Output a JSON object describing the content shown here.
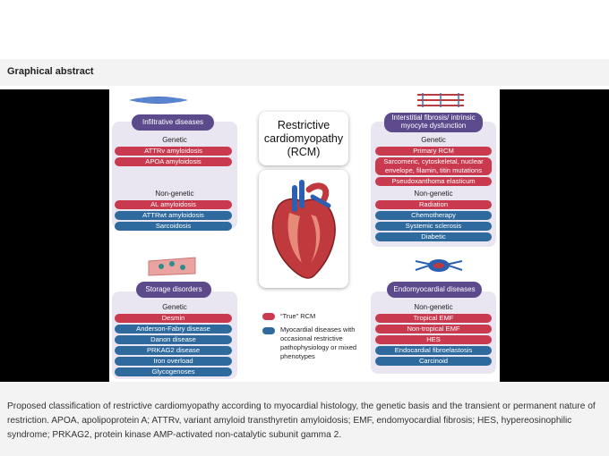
{
  "header": {
    "label": "Graphical abstract"
  },
  "abstract": {
    "title": "Restrictive cardiomyopathy (RCM)",
    "infiltrative": {
      "title": "Infiltrative diseases",
      "genetic_heading": "Genetic",
      "genetic": [
        {
          "label": "ATTRv amyloidosis",
          "color": "red"
        },
        {
          "label": "APOA amyloidosis",
          "color": "red"
        }
      ],
      "nongenetic_heading": "Non-genetic",
      "nongenetic": [
        {
          "label": "AL amyloidosis",
          "color": "red"
        },
        {
          "label": "ATTRwt amyloidosis",
          "color": "blue"
        },
        {
          "label": "Sarcoidosis",
          "color": "blue"
        }
      ]
    },
    "storage": {
      "title": "Storage disorders",
      "genetic_heading": "Genetic",
      "genetic": [
        {
          "label": "Desmin",
          "color": "red"
        },
        {
          "label": "Anderson-Fabry disease",
          "color": "blue"
        },
        {
          "label": "Danon disease",
          "color": "blue"
        },
        {
          "label": "PRKAG2 disease",
          "color": "blue"
        },
        {
          "label": "Iron overload",
          "color": "blue"
        },
        {
          "label": "Glycogenoses",
          "color": "blue"
        }
      ]
    },
    "interstitial": {
      "title": "Interstitial fibrosis/ intrinsic myocyte dysfunction",
      "genetic_heading": "Genetic",
      "genetic": [
        {
          "label": "Primary RCM",
          "color": "red"
        },
        {
          "label": "Sarcomeric, cytoskeletal, nuclear envelope, filamin, titin mutations",
          "color": "red"
        },
        {
          "label": "Pseudoxanthoma elasticum",
          "color": "red"
        }
      ],
      "nongenetic_heading": "Non-genetic",
      "nongenetic": [
        {
          "label": "Radiation",
          "color": "red"
        },
        {
          "label": "Chemotherapy",
          "color": "blue"
        },
        {
          "label": "Systemic sclerosis",
          "color": "blue"
        },
        {
          "label": "Diabetic",
          "color": "blue"
        }
      ]
    },
    "endomyocardial": {
      "title": "Endomyocardial diseases",
      "nongenetic_heading": "Non-genetic",
      "nongenetic": [
        {
          "label": "Tropical EMF",
          "color": "red"
        },
        {
          "label": "Non-tropical EMF",
          "color": "red"
        },
        {
          "label": "HES",
          "color": "red"
        },
        {
          "label": "Endocardial fibroelastosis",
          "color": "blue"
        },
        {
          "label": "Carcinoid",
          "color": "blue"
        }
      ]
    },
    "legend": {
      "red_label": "“True” RCM",
      "blue_label": "Myocardial diseases with occasional restrictive pathophysiology or mixed phenotypes"
    },
    "colors": {
      "red": "#c93a4f",
      "blue": "#2e6a9d",
      "panel": "#e9e6f1",
      "title": "#5c4a8c"
    }
  },
  "caption": "Proposed classification of restrictive cardiomyopathy according to myocardial histology, the genetic basis and the transient or permanent nature of restriction. APOA, apolipoprotein A; ATTRv, variant amyloid transthyretin amyloidosis; EMF, endomyocardial fibrosis; HES, hypereosinophilic syndrome; PRKAG2, protein kinase AMP-activated non-catalytic subunit gamma 2."
}
